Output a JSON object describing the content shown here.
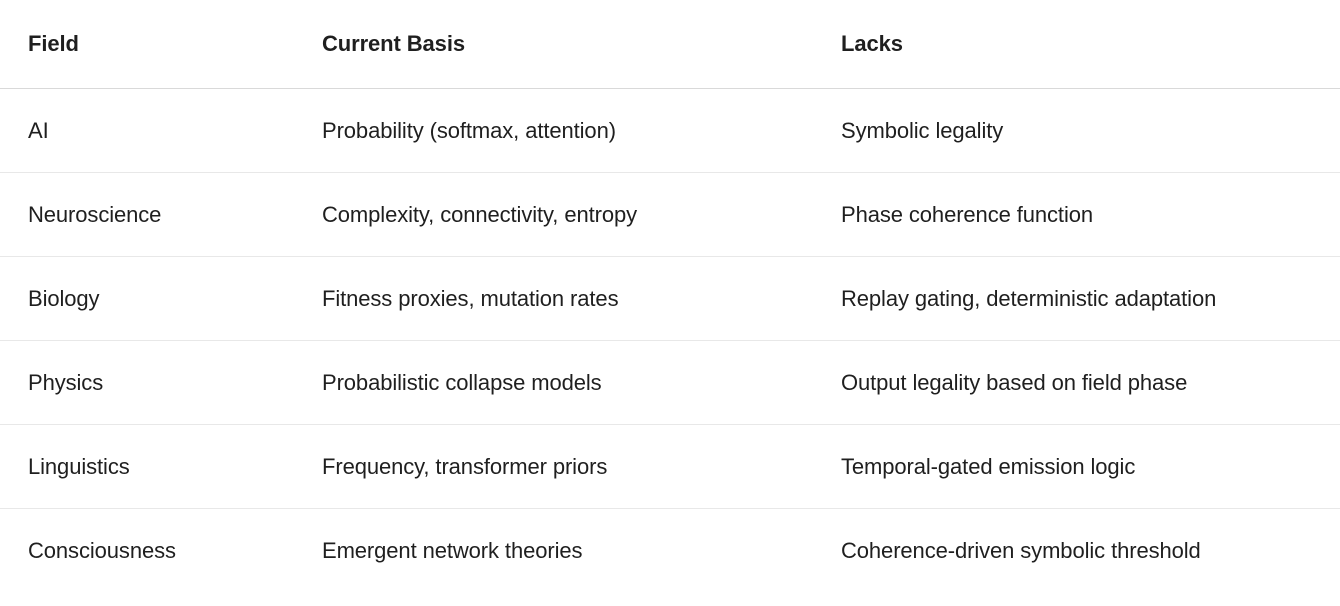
{
  "colors": {
    "background": "#ffffff",
    "text": "#1f1f1f",
    "header_divider": "#d9d9d9",
    "row_divider": "#e8e8e8"
  },
  "table": {
    "headers": [
      "Field",
      "Current Basis",
      "Lacks"
    ],
    "rows": [
      [
        "AI",
        "Probability (softmax, attention)",
        "Symbolic legality"
      ],
      [
        "Neuroscience",
        "Complexity, connectivity, entropy",
        "Phase coherence function"
      ],
      [
        "Biology",
        "Fitness proxies, mutation rates",
        "Replay gating, deterministic adaptation"
      ],
      [
        "Physics",
        "Probabilistic collapse models",
        "Output legality based on field phase"
      ],
      [
        "Linguistics",
        "Frequency, transformer priors",
        "Temporal-gated emission logic"
      ],
      [
        "Consciousness",
        "Emergent network theories",
        "Coherence-driven symbolic threshold"
      ]
    ]
  }
}
